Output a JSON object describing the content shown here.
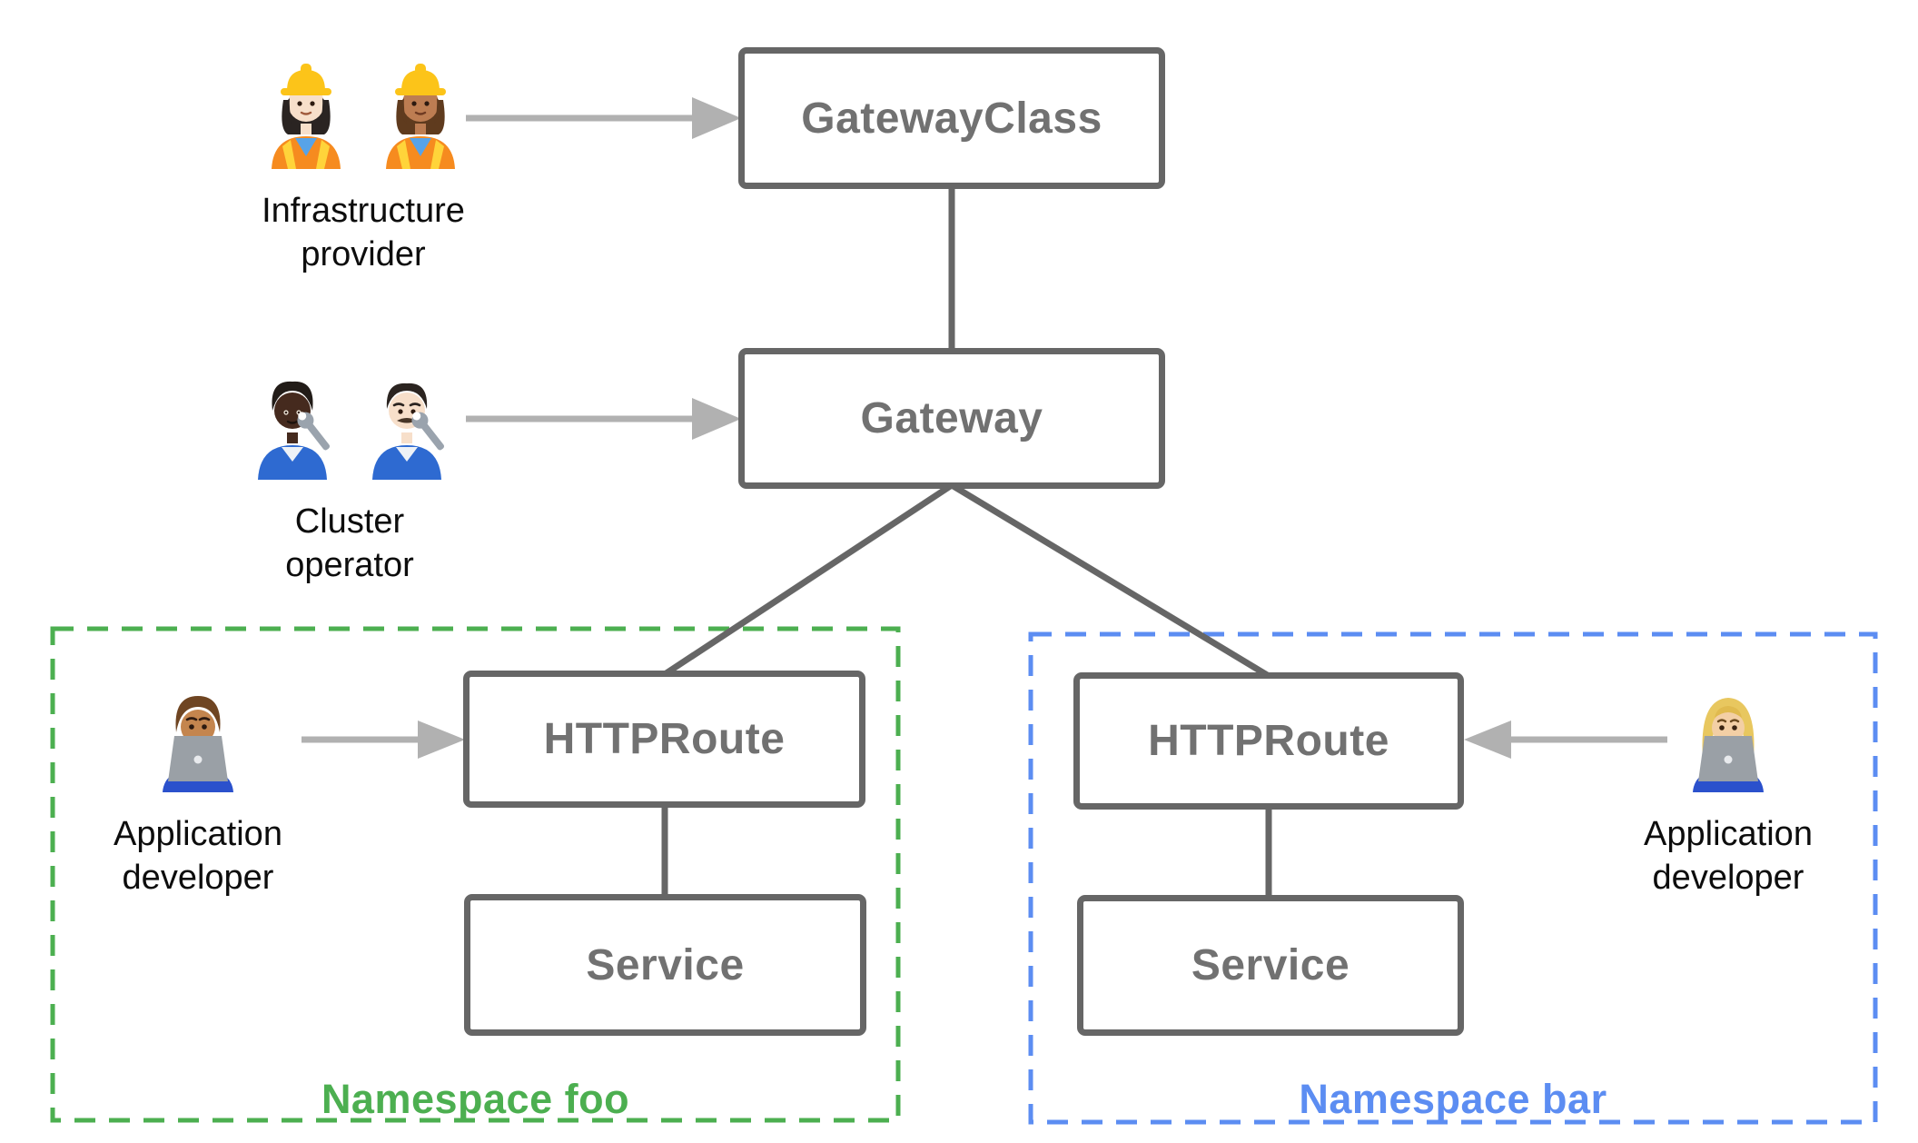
{
  "colors": {
    "node_border": "#666666",
    "node_text": "#717171",
    "connector": "#666666",
    "arrow": "#b1b1b1",
    "namespace_foo": "#4caf50",
    "namespace_bar": "#5c8df2",
    "persona_label": "#0d0d0d",
    "background": "#ffffff"
  },
  "nodes": {
    "gateway_class": {
      "label": "GatewayClass"
    },
    "gateway": {
      "label": "Gateway"
    },
    "httproute_foo": {
      "label": "HTTPRoute"
    },
    "service_foo": {
      "label": "Service"
    },
    "httproute_bar": {
      "label": "HTTPRoute"
    },
    "service_bar": {
      "label": "Service"
    }
  },
  "personas": {
    "infrastructure_provider": {
      "label": "Infrastructure\nprovider",
      "icons": [
        "woman-construction-worker-light-icon",
        "woman-construction-worker-medium-icon"
      ]
    },
    "cluster_operator": {
      "label": "Cluster\noperator",
      "icons": [
        "mechanic-dark-icon",
        "man-mechanic-light-icon"
      ]
    },
    "application_developer_foo": {
      "label": "Application\ndeveloper",
      "icons": [
        "man-technologist-icon"
      ]
    },
    "application_developer_bar": {
      "label": "Application\ndeveloper",
      "icons": [
        "woman-technologist-icon"
      ]
    }
  },
  "namespaces": {
    "foo": {
      "label": "Namespace foo",
      "color": "#4caf50"
    },
    "bar": {
      "label": "Namespace bar",
      "color": "#5c8df2"
    }
  }
}
